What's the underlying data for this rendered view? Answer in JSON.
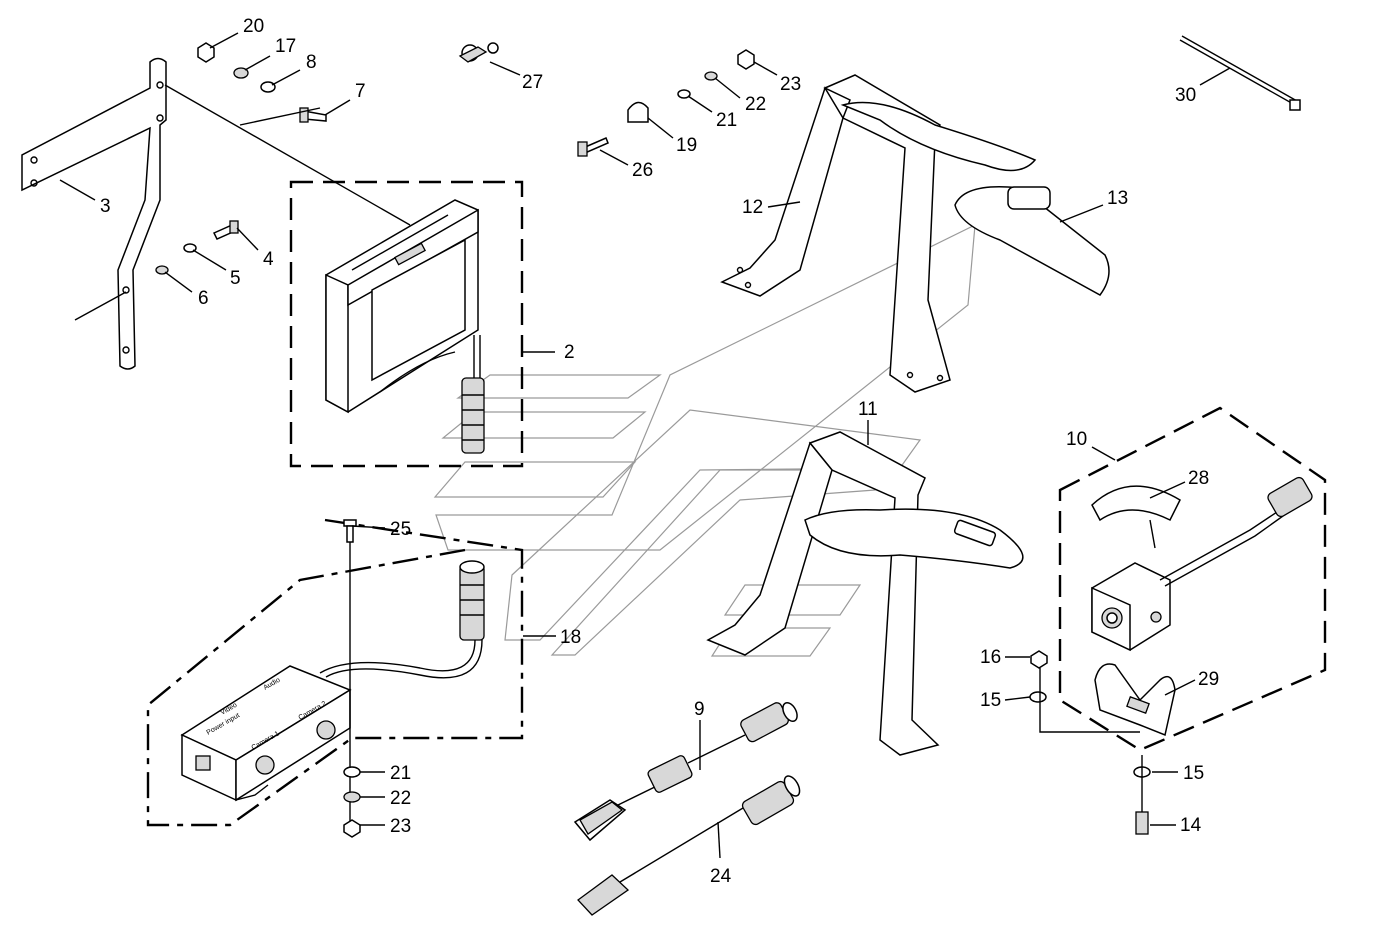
{
  "diagram": {
    "type": "exploded-parts-diagram",
    "subject": "rear view camera system kit",
    "device_labels": {
      "monitor_brand": "",
      "control_box_video": "Video",
      "control_box_audio": "Audio",
      "control_box_power": "Power input",
      "control_box_camera1": "Camera 1",
      "control_box_camera2": "Camera 2"
    },
    "callouts": [
      {
        "id": "c20",
        "number": "20",
        "part": "nut"
      },
      {
        "id": "c17",
        "number": "17",
        "part": "lock washer"
      },
      {
        "id": "c8",
        "number": "8",
        "part": "washer"
      },
      {
        "id": "c7",
        "number": "7",
        "part": "screw"
      },
      {
        "id": "c3",
        "number": "3",
        "part": "monitor bracket"
      },
      {
        "id": "c4",
        "number": "4",
        "part": "screw"
      },
      {
        "id": "c5",
        "number": "5",
        "part": "washer"
      },
      {
        "id": "c6",
        "number": "6",
        "part": "washer"
      },
      {
        "id": "c2",
        "number": "2",
        "part": "monitor"
      },
      {
        "id": "c27",
        "number": "27",
        "part": "cable clip"
      },
      {
        "id": "c23a",
        "number": "23",
        "part": "nut"
      },
      {
        "id": "c22a",
        "number": "22",
        "part": "washer"
      },
      {
        "id": "c21a",
        "number": "21",
        "part": "washer"
      },
      {
        "id": "c19",
        "number": "19",
        "part": "cable clamp"
      },
      {
        "id": "c26",
        "number": "26",
        "part": "screw"
      },
      {
        "id": "c30",
        "number": "30",
        "part": "cable tie"
      },
      {
        "id": "c12",
        "number": "12",
        "part": "mounting bracket"
      },
      {
        "id": "c13",
        "number": "13",
        "part": "cover"
      },
      {
        "id": "c11",
        "number": "11",
        "part": "mounting bracket"
      },
      {
        "id": "c25",
        "number": "25",
        "part": "screw"
      },
      {
        "id": "c18",
        "number": "18",
        "part": "control box"
      },
      {
        "id": "c21b",
        "number": "21",
        "part": "washer"
      },
      {
        "id": "c22b",
        "number": "22",
        "part": "washer"
      },
      {
        "id": "c23b",
        "number": "23",
        "part": "nut"
      },
      {
        "id": "c9",
        "number": "9",
        "part": "cable"
      },
      {
        "id": "c24",
        "number": "24",
        "part": "cable"
      },
      {
        "id": "c10",
        "number": "10",
        "part": "camera"
      },
      {
        "id": "c28",
        "number": "28",
        "part": "sun shield"
      },
      {
        "id": "c16",
        "number": "16",
        "part": "nut"
      },
      {
        "id": "c15a",
        "number": "15",
        "part": "washer"
      },
      {
        "id": "c29",
        "number": "29",
        "part": "camera bracket"
      },
      {
        "id": "c15b",
        "number": "15",
        "part": "washer"
      },
      {
        "id": "c14",
        "number": "14",
        "part": "screw"
      }
    ],
    "colors": {
      "ink": "#000000",
      "background": "#ffffff",
      "fill": "#d8d8d8",
      "ghost": "#9a9a9a"
    }
  }
}
